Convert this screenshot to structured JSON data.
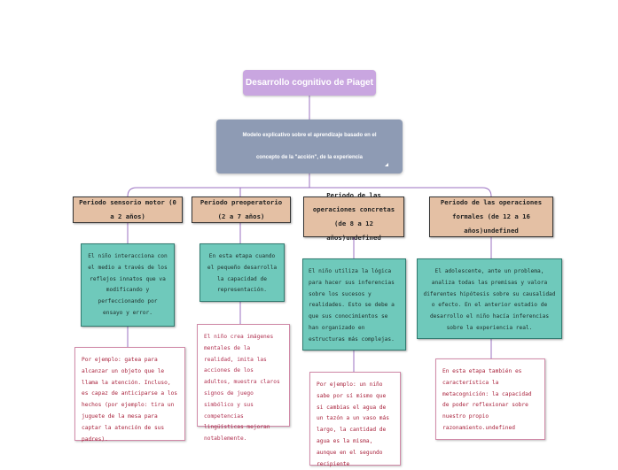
{
  "root": {
    "title": "Desarrollo cognitivo de Piaget"
  },
  "subtitle": {
    "line1": "Modelo explicativo sobre el aprendizaje basado en el",
    "line2": "concepto de la \"acción\", de la experiencia"
  },
  "periods": [
    {
      "title": "Periodo sensorio motor (0 a 2 años)",
      "description": "El niño interacciona con el medio a través de los reflejos innatos que va modificando y perfeccionando por ensayo y error.",
      "example": "Por ejemplo: gatea para alcanzar un objeto que le llama la atención. Incluso, es capaz de anticiparse a los hechos (por ejemplo: tira un juguete de la mesa para captar la atención de sus padres)."
    },
    {
      "title": "Periodo preoperatorio (2 a 7 años)",
      "description": "En esta etapa cuando el pequeño desarrolla la capacidad de representación.",
      "example": "El niño crea imágenes mentales de la realidad, imita las acciones de los adultos, muestra claros signos de juego simbólico y sus competencias lingüísticas mejoran notablemente."
    },
    {
      "title": "Periodo de las operaciones concretas (de 8 a 12 años)undefined",
      "description": "El niño utiliza la lógica para hacer sus inferencias sobre los sucesos y realidades. Esto se debe a que sus conocimientos se han organizado en estructuras más complejas.",
      "example": "Por ejemplo: un niño sabe por sí mismo que si cambias el agua de un tazón a un vaso más largo, la cantidad de agua es la misma, aunque en el segundo recipiente"
    },
    {
      "title": "Periodo de las operaciones formales (de 12 a 16 años)undefined",
      "description": "El adolescente, ante un problema, analiza todas las premisas y valora diferentes hipótesis sobre su causalidad o efecto. En el anterior estadio de desarrollo el niño hacía inferencias sobre la experiencia real.",
      "example": "En esta etapa también es característica la metacognición: la capacidad de poder reflexionar sobre nuestro propio razonamiento.undefined"
    }
  ],
  "colors": {
    "root": "#c9a6e0",
    "subtitle": "#8e9bb4",
    "period": "#e4c0a4",
    "description": "#6fc9bb",
    "example_border": "#d08aa8",
    "connector": "#9b72c2"
  }
}
